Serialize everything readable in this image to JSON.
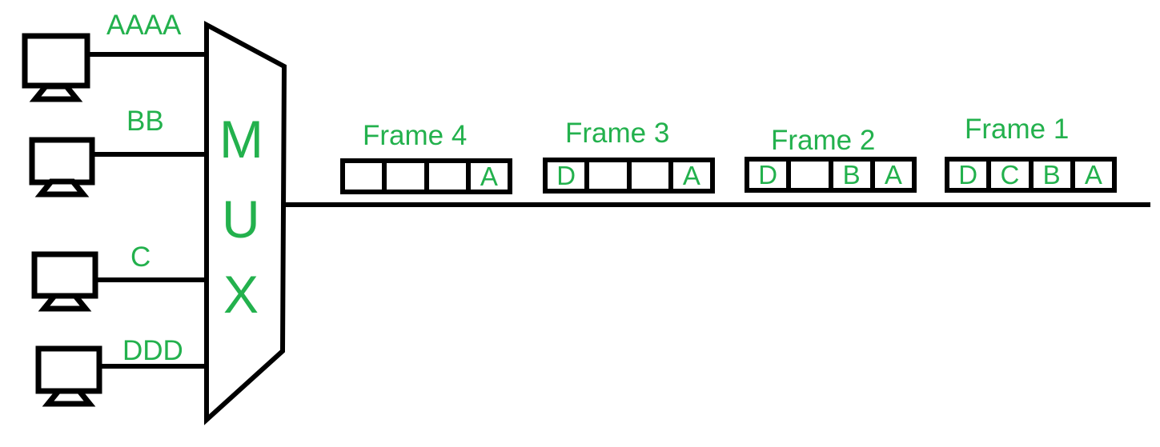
{
  "colors": {
    "accent_green": "#23b14d",
    "line_black": "#000000",
    "background": "#ffffff"
  },
  "inputs": [
    {
      "icon": "computer-monitor-icon",
      "label": "AAAA"
    },
    {
      "icon": "computer-monitor-icon",
      "label": "BB"
    },
    {
      "icon": "computer-monitor-icon",
      "label": "C"
    },
    {
      "icon": "computer-monitor-icon",
      "label": "DDD"
    }
  ],
  "mux": {
    "letters": [
      "M",
      "U",
      "X"
    ]
  },
  "output_frames": [
    {
      "title": "Frame 4",
      "cells": [
        "",
        "",
        "",
        "A"
      ]
    },
    {
      "title": "Frame 3",
      "cells": [
        "D",
        "",
        "",
        "A"
      ]
    },
    {
      "title": "Frame 2",
      "cells": [
        "D",
        "",
        "B",
        "A"
      ]
    },
    {
      "title": "Frame 1",
      "cells": [
        "D",
        "C",
        "B",
        "A"
      ]
    }
  ]
}
